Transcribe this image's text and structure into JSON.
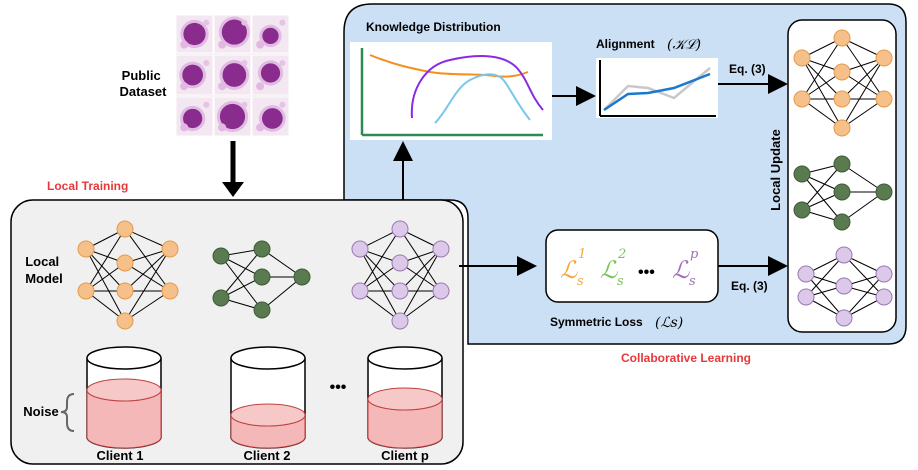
{
  "public_dataset": {
    "line1": "Public",
    "line2": "Dataset"
  },
  "local_training": {
    "title": "Local Training",
    "local_model_line1": "Local",
    "local_model_line2": "Model",
    "noise_label": "Noise",
    "clients": [
      "Client 1",
      "Client 2",
      "Client p"
    ],
    "ellipsis": "•••"
  },
  "collaborative": {
    "title": "Collaborative Learning",
    "knowledge_distribution": "Knowledge Distribution",
    "alignment_label": "Alignment",
    "alignment_math": "(𝒦ℒ)",
    "eq_top": "Eq. (3)",
    "eq_bottom": "Eq. (3)",
    "local_update": "Local Update",
    "symmetric_loss_label": "Symmetric Loss",
    "symmetric_loss_math": "(ℒs)",
    "loss_terms": [
      {
        "base": "ℒ",
        "sub": "s",
        "sup": "1"
      },
      {
        "base": "ℒ",
        "sub": "s",
        "sup": "2"
      },
      {
        "base": "ℒ",
        "sub": "s",
        "sup": "p"
      }
    ],
    "loss_dots": "•••"
  },
  "colors": {
    "orange": "#f5c08a",
    "orange_stroke": "#e59a4a",
    "green": "#5a7a50",
    "purple": "#dcc8e8",
    "purple_stroke": "#9a7ab0",
    "panel_blue": "#cce0f5",
    "panel_gray": "#f0f0f0",
    "red_text": "#e8383a",
    "noise_fill": "#f5b8b8"
  }
}
